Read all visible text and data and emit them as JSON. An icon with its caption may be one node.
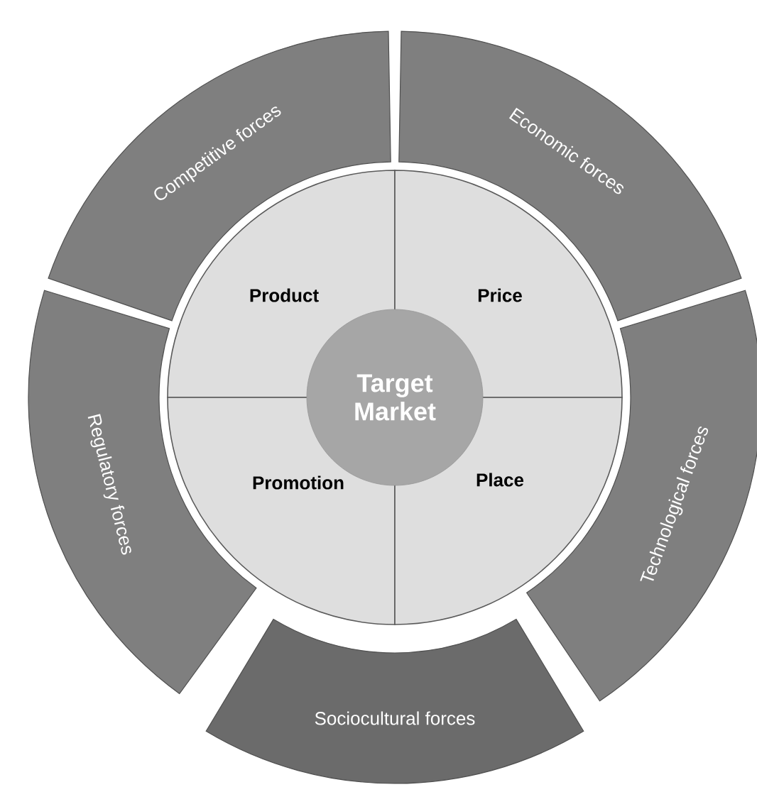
{
  "diagram": {
    "nodes": [
      {
        "text": [
          "Competitive forces"
        ]
      },
      {
        "text": [
          "Economic forces"
        ]
      },
      {
        "text": [
          "Regulatory forces"
        ]
      },
      {
        "text": [
          "Technological forces"
        ]
      },
      {
        "text": [
          "Sociocultural forces"
        ]
      },
      {
        "text": [
          "Product"
        ]
      },
      {
        "text": [
          "Price"
        ]
      },
      {
        "text": [
          "Promotion"
        ]
      },
      {
        "text": [
          "Place"
        ]
      },
      {
        "text": [
          "Target Market"
        ]
      }
    ]
  }
}
